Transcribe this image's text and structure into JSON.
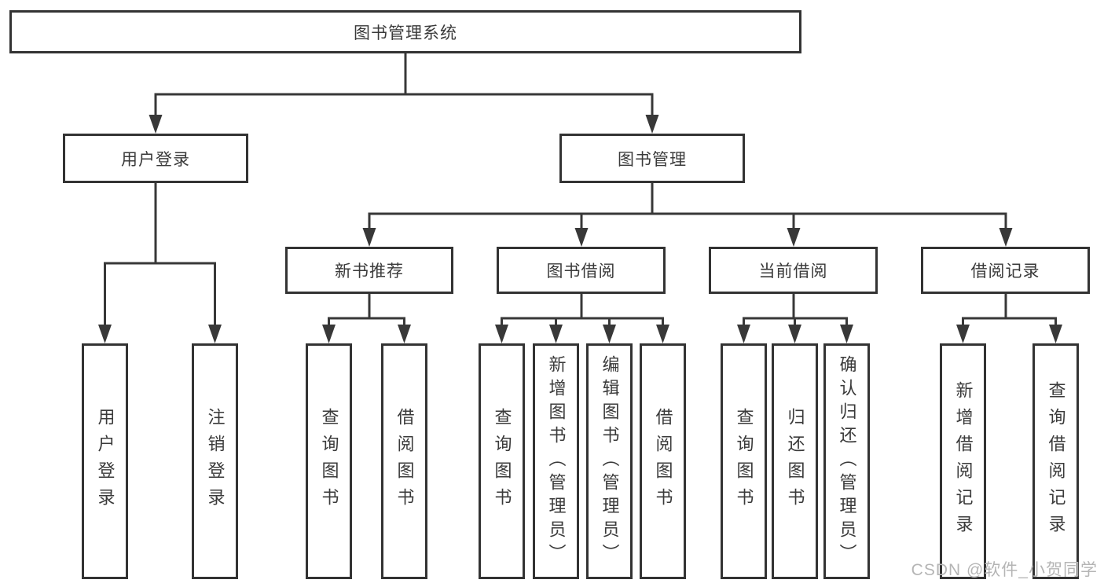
{
  "tree": {
    "root": "图书管理系统",
    "branches": [
      {
        "label": "用户登录",
        "children": [
          "用户登录",
          "注销登录"
        ]
      },
      {
        "label": "图书管理",
        "children": [
          {
            "label": "新书推荐",
            "children": [
              "查询图书",
              "借阅图书"
            ]
          },
          {
            "label": "图书借阅",
            "children": [
              "查询图书",
              "新增图书（管理员）",
              "编辑图书（管理员）",
              "借阅图书"
            ]
          },
          {
            "label": "当前借阅",
            "children": [
              "查询图书",
              "归还图书",
              "确认归还（管理员）"
            ]
          },
          {
            "label": "借阅记录",
            "children": [
              "新增借阅记录",
              "查询借阅记录"
            ]
          }
        ]
      }
    ]
  },
  "watermark": {
    "text": "CSDN @软件_小贺同学"
  },
  "colors": {
    "line": "#383838",
    "border": "#333333",
    "text": "#3a3a3a",
    "watermark": "#b5b5b5",
    "background": "#ffffff"
  }
}
